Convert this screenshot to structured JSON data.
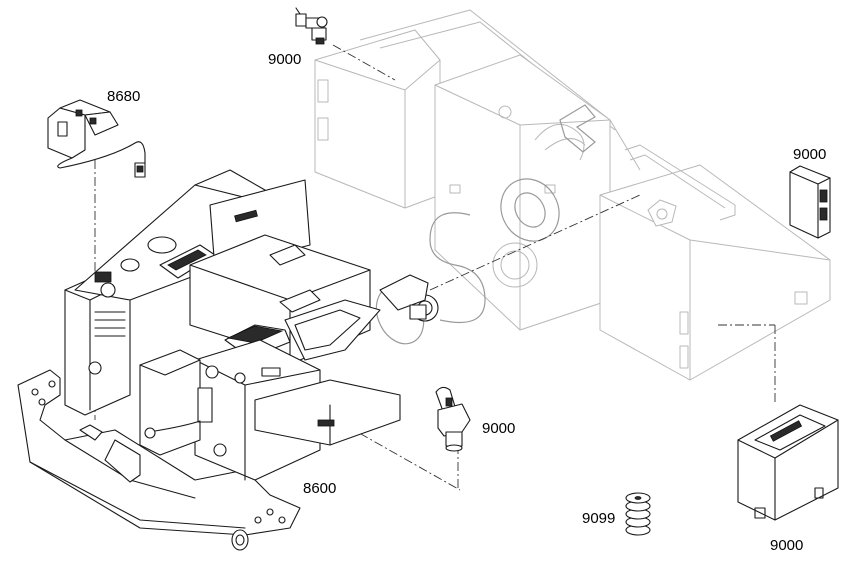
{
  "labels": [
    "9000",
    "8680",
    "9000",
    "9000",
    "8600",
    "9099",
    "9000"
  ]
}
